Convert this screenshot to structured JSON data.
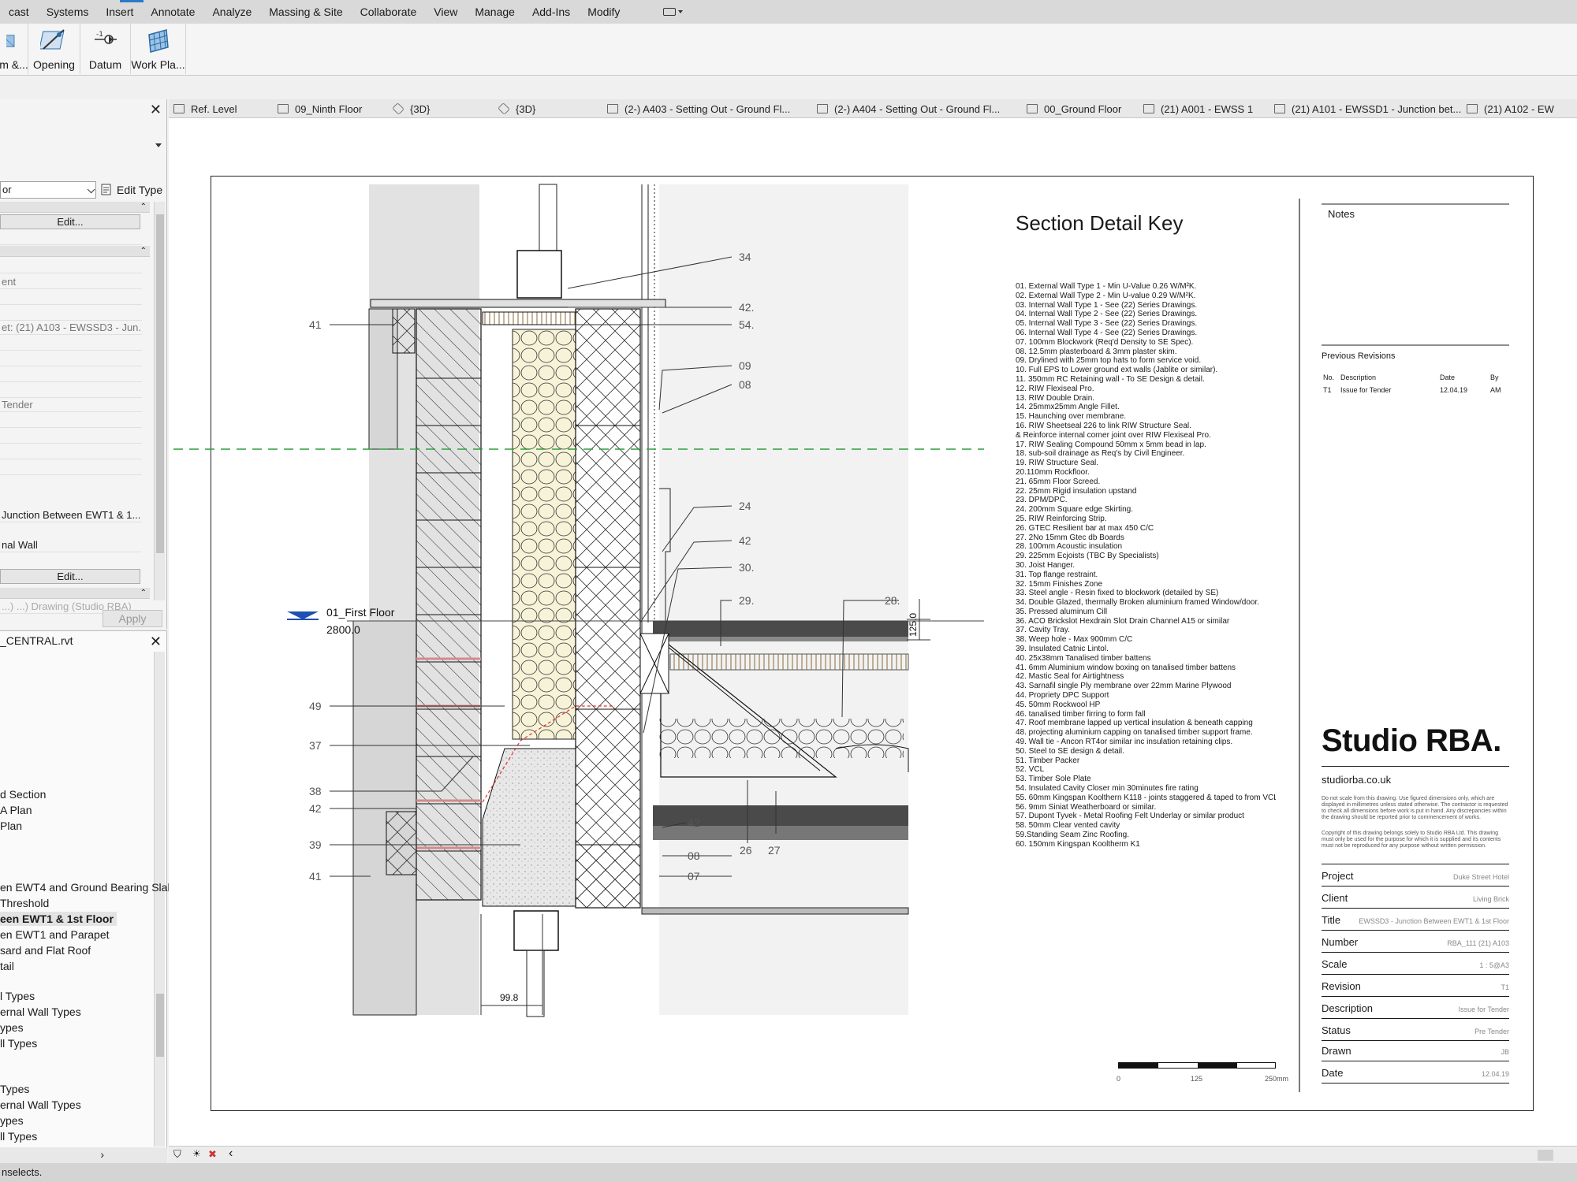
{
  "menu": [
    "cast",
    "Systems",
    "Insert",
    "Annotate",
    "Analyze",
    "Massing & Site",
    "Collaborate",
    "View",
    "Manage",
    "Add-Ins",
    "Modify"
  ],
  "ribbon": {
    "b0": "m &...",
    "b1": "Opening",
    "b2": "Datum",
    "b3": "Work Pla..."
  },
  "properties": {
    "type_value": "or",
    "edit_type": "Edit Type",
    "edit1": "Edit...",
    "r_ent": "ent",
    "r_sheet": "et: (21) A103 - EWSSD3 - Jun...",
    "r_tender": "Tender",
    "r_junction": "Junction Between EWT1 & 1...",
    "r_wall": "nal Wall",
    "edit2": "Edit...",
    "r_cut": "...) ...) Drawing (Studio RBA)",
    "apply": "Apply"
  },
  "browser": {
    "title": "_CENTRAL.rvt",
    "items": [
      {
        "label": "d Section",
        "sel": false
      },
      {
        "label": "A Plan",
        "sel": false
      },
      {
        "label": "Plan",
        "sel": false
      },
      {
        "label": "en EWT4  and Ground Bearing Slal",
        "sel": false
      },
      {
        "label": "Threshold",
        "sel": false
      },
      {
        "label": "een EWT1 & 1st Floor",
        "sel": true
      },
      {
        "label": "en EWT1 and Parapet",
        "sel": false
      },
      {
        "label": "sard and Flat Roof",
        "sel": false
      },
      {
        "label": "tail",
        "sel": false
      },
      {
        "label": "l Types",
        "sel": false
      },
      {
        "label": "ernal Wall Types",
        "sel": false
      },
      {
        "label": "ypes",
        "sel": false
      },
      {
        "label": "ll Types",
        "sel": false
      },
      {
        "label": " Types",
        "sel": false
      },
      {
        "label": "ernal Wall Types",
        "sel": false
      },
      {
        "label": "ypes",
        "sel": false
      },
      {
        "label": "ll Types",
        "sel": false
      }
    ]
  },
  "tabs": [
    {
      "label": "Ref. Level",
      "icon": "plan"
    },
    {
      "label": "09_Ninth Floor",
      "icon": "plan"
    },
    {
      "label": "{3D}",
      "icon": "cube"
    },
    {
      "label": "{3D}",
      "icon": "cube"
    },
    {
      "label": "(2-) A403 - Setting Out - Ground Fl...",
      "icon": "sheet"
    },
    {
      "label": "(2-) A404 - Setting Out - Ground Fl...",
      "icon": "sheet"
    },
    {
      "label": "00_Ground Floor",
      "icon": "plan"
    },
    {
      "label": "(21) A001 - EWSS 1",
      "icon": "sheet"
    },
    {
      "label": "(21) A101 - EWSSD1 - Junction bet...",
      "icon": "sheet"
    },
    {
      "label": "(21) A102 - EW",
      "icon": "sheet"
    }
  ],
  "drawing": {
    "level_name": "01_First Floor",
    "level_elev": "2800.0",
    "dim_99": "99.8",
    "dim_125": "125.0",
    "tags_right": [
      "34",
      "42.",
      "54.",
      "09",
      "08",
      "24",
      "42",
      "30.",
      "29.",
      "28.",
      "42",
      "08",
      "07",
      "26",
      "27"
    ],
    "tags_left": [
      "41",
      "49",
      "37",
      "38",
      "42",
      "39",
      "41"
    ]
  },
  "key": {
    "title": "Section Detail Key",
    "items": [
      "01. External Wall Type 1 - Min U-Value 0.26 W/M²K.",
      "02. External Wall Type 2 - Min U-value 0.29 W/M²K.",
      "03. Internal Wall Type 1 - See (22) Series Drawings.",
      "04. Internal Wall Type 2 - See (22) Series Drawings.",
      "05. Internal Wall Type 3 - See (22) Series Drawings.",
      "06. Internal Wall Type 4 - See (22) Series Drawings.",
      "07. 100mm Blockwork (Req'd Density to SE Spec).",
      "08. 12.5mm plasterboard & 3mm plaster skim.",
      "09. Drylined with 25mm top hats to form service void.",
      "10. Full EPS to Lower ground ext walls (Jablite or similar).",
      "11. 350mm RC Retaining wall - To SE Design & detail.",
      "12. RIW Flexiseal Pro.",
      "13. RIW Double Drain.",
      "14. 25mmx25mm Angle Fillet.",
      "15. Haunching over membrane.",
      "16. RIW Sheetseal 226 to link RIW Structure Seal.",
      "& Reinforce internal corner joint over RIW Flexiseal Pro.",
      "17. RIW Sealing Compound 50mm x 5mm bead in lap.",
      "18. sub-soil drainage as Req's by Civil Engineer.",
      "19. RIW Structure Seal.",
      "20.110mm Rockfloor.",
      "21. 65mm Floor Screed.",
      "22. 25mm Rigid insulation upstand",
      "23. DPM/DPC.",
      "24. 200mm Square edge Skirting.",
      "25. RIW Reinforcing Strip.",
      "26. GTEC Resilient bar at max 450 C/C",
      "27. 2No 15mm Gtec db Boards",
      "28. 100mm Acoustic insulation",
      "29. 225mm Ecjoists (TBC By Specialists)",
      "30.  Joist Hanger.",
      "31. Top flange restraint.",
      "32. 15mm Finishes Zone",
      "33. Steel angle - Resin fixed to blockwork (detailed by SE)",
      "34. Double Glazed, thermally Broken aluminium framed Window/door.",
      "35. Pressed aluminum Cill",
      "36. ACO Brickslot Hexdrain Slot Drain Channel A15 or similar",
      "37. Cavity Tray.",
      "38. Weep hole - Max 900mm C/C",
      "39. Insulated Catnic Lintol.",
      "40. 25x38mm Tanalised timber battens",
      "41. 6mm Aluminium window boxing on tanalised timber battens",
      "42. Mastic Seal for Airtightness",
      "43. Sarnafil single Ply membrane over 22mm Marine Plywood",
      "44. Propriety DPC Support",
      "45. 50mm Rockwool HP",
      "46. tanalised timber firring to form fall",
      "47. Roof membrane lapped up vertical insulation & beneath capping",
      "48. projecting aluminium capping on tanalised timber support frame.",
      "49. Wall tie - Ancon RT4or similar inc insulation retaining clips.",
      "50. Steel to SE design & detail.",
      "51. Timber Packer",
      "52. VCL",
      "53. Timber Sole Plate",
      "54. Insulated Cavity Closer min 30minutes fire rating",
      "55. 60mm Kingspan Koolthern K118 - joints staggered & taped to from VCL",
      "56. 9mm Siniat Weatherboard or similar.",
      "57. Dupont Tyvek - Metal Roofing Felt Underlay or similar product",
      "58. 50mm Clear vented cavity",
      "59.Standing Seam Zinc Roofing.",
      "60. 150mm Kingspan Kooltherm K1"
    ]
  },
  "titleblock": {
    "notes": "Notes",
    "prev_rev": "Previous Revisions",
    "rev_hdr": {
      "no": "No.",
      "desc": "Description",
      "date": "Date",
      "by": "By"
    },
    "rev_row": {
      "no": "T1",
      "desc": "Issue for Tender",
      "date": "12.04.19",
      "by": "AM"
    },
    "studio": "Studio RBA.",
    "url": "studiorba.co.uk",
    "disclaimer": "Do not scale from this drawing. Use figured dimensions only, which are displayed in millimetres unless stated otherwise. The contractor is requested to check all dimensions before work is put in hand. Any discrepancies within the drawing should be reported prior to commencement of works.",
    "copyright": "Copyright of this drawing belongs solely to Studio RBA Ltd. This drawing must only be used for the purpose for which it is supplied and its contents must not be reproduced for any purpose without written permission.",
    "fields": [
      {
        "label": "Project",
        "value": "Duke Street Hotel"
      },
      {
        "label": "Client",
        "value": "Living Brick"
      },
      {
        "label": "Title",
        "value": "EWSSD3 - Junction Between EWT1 & 1st Floor"
      },
      {
        "label": "Number",
        "value": "RBA_111 (21) A103"
      },
      {
        "label": "Scale",
        "value": "1 : 5@A3"
      },
      {
        "label": "Revision",
        "value": "T1"
      },
      {
        "label": "Description",
        "value": "Issue for Tender"
      },
      {
        "label": "Status",
        "value": "Pre Tender"
      },
      {
        "label": "Drawn",
        "value": "JB"
      },
      {
        "label": "Date",
        "value": "12.04.19"
      }
    ],
    "scale": {
      "s0": "0",
      "s1": "125",
      "s2": "250mm"
    }
  },
  "status": "nselects."
}
